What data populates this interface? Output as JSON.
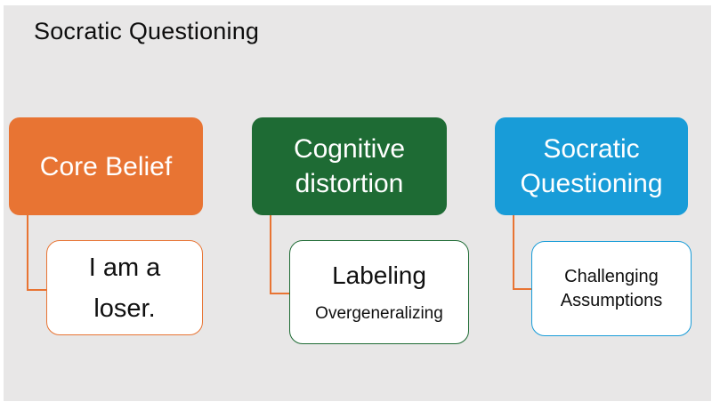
{
  "slide": {
    "title": "Socratic Questioning",
    "background_color": "#E8E7E7",
    "margin_color": "#FFFFFF"
  },
  "colors": {
    "orange_accent": "#E87433",
    "green_accent": "#1E6B34",
    "blue_accent": "#189CD8",
    "connector": "#E87433",
    "child_fill": "#FFFFFF",
    "parent_text": "#FFFFFF",
    "dark_text": "#101010"
  },
  "branches": [
    {
      "id": "core-belief",
      "parent_label": "Core Belief",
      "parent_fill": "#E87433",
      "child_border": "#E87433",
      "child_lines": [
        "I am a",
        "loser."
      ]
    },
    {
      "id": "cognitive-distortion",
      "parent_label": "Cognitive distortion",
      "parent_fill": "#1E6B34",
      "child_border": "#1E6B34",
      "child_lines": [
        "Labeling",
        "Overgeneralizing"
      ]
    },
    {
      "id": "socratic-questioning",
      "parent_label": "Socratic Questioning",
      "parent_fill": "#189CD8",
      "child_border": "#189CD8",
      "child_lines": [
        "Challenging",
        "Assumptions"
      ]
    }
  ]
}
